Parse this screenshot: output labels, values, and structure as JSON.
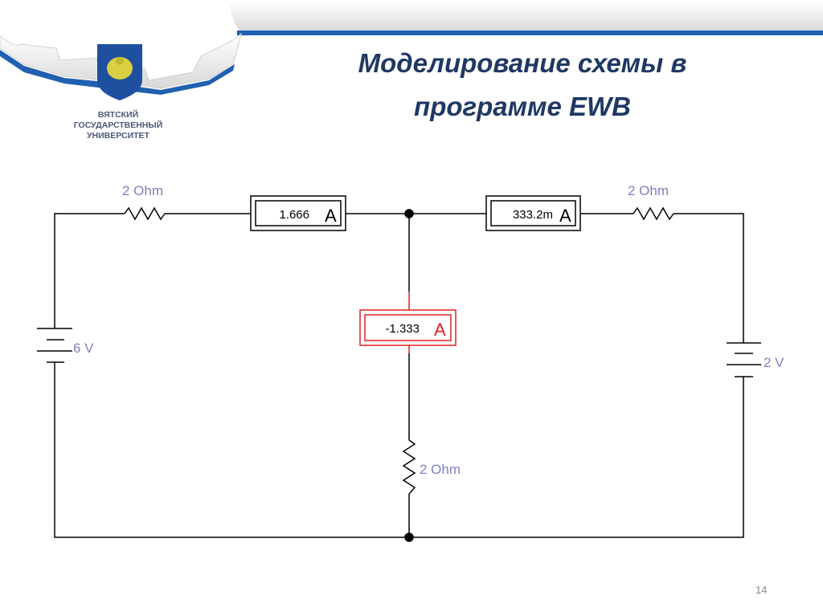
{
  "header": {
    "university": [
      "ВЯТСКИЙ",
      "ГОСУДАРСТВЕННЫЙ",
      "УНИВЕРСИТЕТ"
    ],
    "title_line1": "Моделирование схемы в",
    "title_line2": "программе EWB"
  },
  "circuit": {
    "resistor_left_label": "2 Ohm",
    "resistor_right_label": "2 Ohm",
    "resistor_middle_label": "2 Ohm",
    "battery_left_label": "6 V",
    "battery_right_label": "2 V",
    "ammeter_left": {
      "value": "1.666",
      "unit": "A"
    },
    "ammeter_right": {
      "value": "333.2m",
      "unit": "A"
    },
    "ammeter_middle": {
      "value": "-1.333",
      "unit": "A"
    }
  },
  "colors": {
    "title": "#1f3864",
    "label": "#8080c0",
    "highlight": "#e02020",
    "ribbon": "#2060b0"
  },
  "footer": {
    "page_number": "14"
  }
}
